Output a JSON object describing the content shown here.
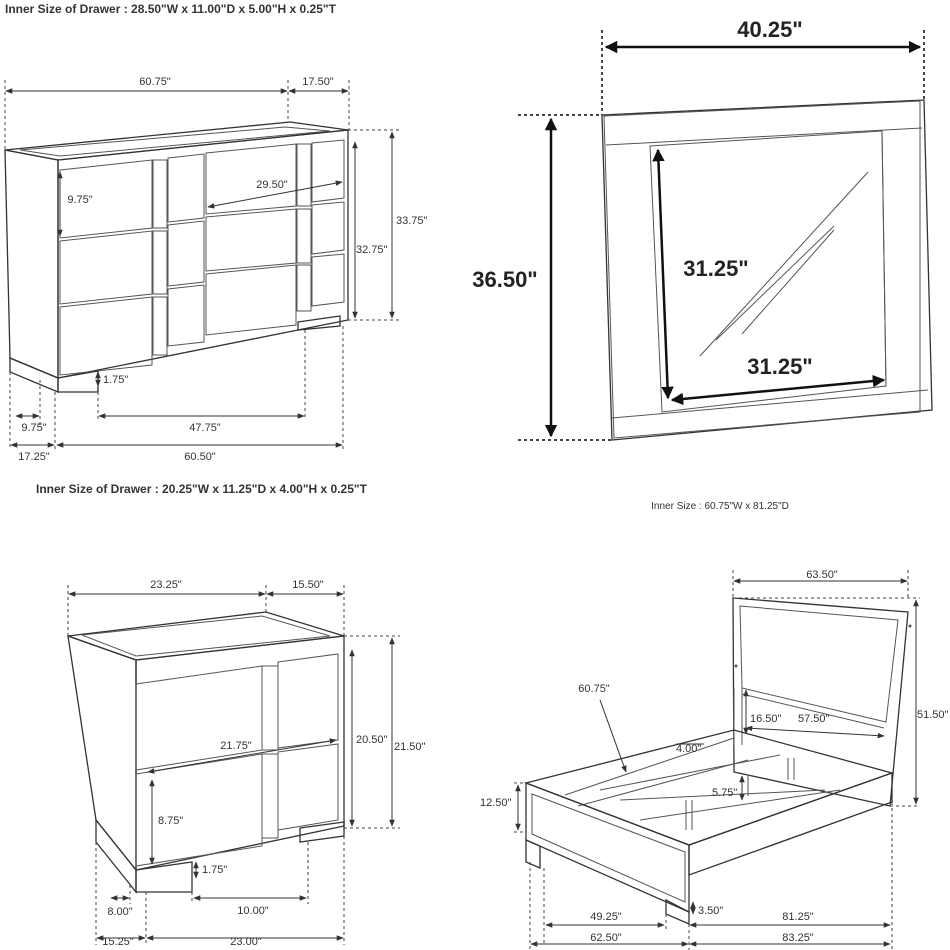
{
  "dresser": {
    "header": "Inner Size of Drawer : 28.50\"W x 11.00\"D x 5.00\"H x 0.25\"T",
    "width": "60.75\"",
    "depth": "17.50\"",
    "height": "33.75\"",
    "body_height": "32.75\"",
    "drawer_h": "9.75\"",
    "drawer_w": "29.50\"",
    "leg_h": "1.75\"",
    "inner_w": "47.75\"",
    "side_depth": "9.75\"",
    "bottom_depth": "17.25\"",
    "bottom_w": "60.50\""
  },
  "mirror": {
    "width": "40.25\"",
    "height": "36.50\"",
    "glass_h": "31.25\"",
    "glass_w": "31.25\""
  },
  "nightstand": {
    "header": "Inner Size of Drawer : 20.25\"W x 11.25\"D x 4.00\"H x 0.25\"T",
    "width": "23.25\"",
    "depth": "15.50\"",
    "height": "21.50\"",
    "body_height": "20.50\"",
    "drawer_w": "21.75\"",
    "drawer_h": "8.75\"",
    "leg_h": "1.75\"",
    "side_depth": "8.00\"",
    "inner_w": "10.00\"",
    "bottom_depth": "15.25\"",
    "bottom_w": "23.00\""
  },
  "bed": {
    "header": "Inner Size : 60.75\"W x 81.25\"D",
    "head_w": "63.50\"",
    "head_h": "51.50\"",
    "inner_w": "60.75\"",
    "panel_h": "16.50\"",
    "panel_w": "57.50\"",
    "rail_h": "4.00\"",
    "slat_h": "5.75\"",
    "foot_h": "12.50\"",
    "inner_len": "49.25\"",
    "leg_h": "3.50\"",
    "inner_d": "81.25\"",
    "outer_w": "62.50\"",
    "outer_d": "83.25\""
  }
}
